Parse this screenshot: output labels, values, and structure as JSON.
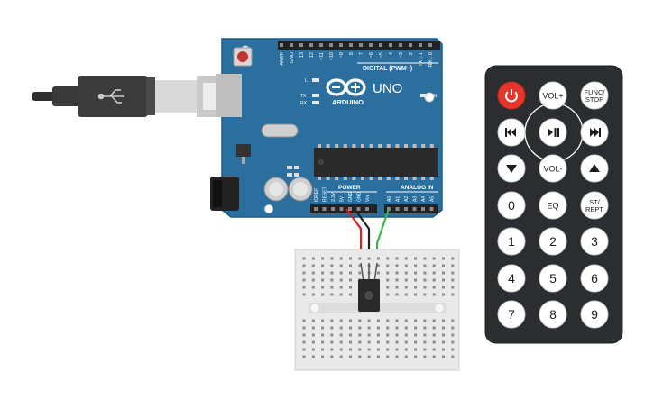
{
  "arduino": {
    "brand": "ARDUINO",
    "model": "UNO",
    "digital_header": "DIGITAL (PWM~)",
    "power_header": "POWER",
    "analog_header": "ANALOG IN",
    "led_on": "ON",
    "led_l": "L",
    "led_tx": "TX",
    "led_rx": "RX",
    "top_pins": [
      "AREF",
      "GND",
      "13",
      "12",
      "~11",
      "~10",
      "~9",
      "8",
      "7",
      "~6",
      "~5",
      "4",
      "~3",
      "2",
      "TX→1",
      "RX←0"
    ],
    "power_pins": [
      "IOREF",
      "RESET",
      "3.3V",
      "5V",
      "GND",
      "GND",
      "Vin"
    ],
    "analog_pins": [
      "A0",
      "A1",
      "A2",
      "A3",
      "A4",
      "A5"
    ]
  },
  "remote": {
    "buttons": [
      {
        "key": "power",
        "label": "",
        "icon": "power-icon"
      },
      {
        "key": "vol_up",
        "label": "VOL+"
      },
      {
        "key": "func_stop",
        "label": "FUNC/ STOP",
        "lines": [
          "FUNC/",
          "STOP"
        ]
      },
      {
        "key": "prev",
        "label": "",
        "icon": "skip-back-icon"
      },
      {
        "key": "play_pause",
        "label": "",
        "icon": "play-pause-icon"
      },
      {
        "key": "next",
        "label": "",
        "icon": "skip-forward-icon"
      },
      {
        "key": "down",
        "label": "",
        "icon": "arrow-down-icon"
      },
      {
        "key": "vol_down",
        "label": "VOL-"
      },
      {
        "key": "up",
        "label": "",
        "icon": "arrow-up-icon"
      },
      {
        "key": "zero",
        "label": "0"
      },
      {
        "key": "eq",
        "label": "EQ"
      },
      {
        "key": "st_rept",
        "label": "ST/ REPT",
        "lines": [
          "ST/",
          "REPT"
        ]
      },
      {
        "key": "one",
        "label": "1"
      },
      {
        "key": "two",
        "label": "2"
      },
      {
        "key": "three",
        "label": "3"
      },
      {
        "key": "four",
        "label": "4"
      },
      {
        "key": "five",
        "label": "5"
      },
      {
        "key": "six",
        "label": "6"
      },
      {
        "key": "seven",
        "label": "7"
      },
      {
        "key": "eight",
        "label": "8"
      },
      {
        "key": "nine",
        "label": "9"
      }
    ]
  },
  "wires": [
    {
      "name": "5v-wire",
      "color": "#e0201b"
    },
    {
      "name": "gnd-wire",
      "color": "#222222"
    },
    {
      "name": "signal-wire",
      "color": "#3cb44b"
    }
  ],
  "colors": {
    "board": "#2a6f9e",
    "board_edge": "#1f5a86",
    "remote_body": "#2c2d30",
    "power_button": "#e6352b",
    "breadboard": "#e9e9e9"
  }
}
